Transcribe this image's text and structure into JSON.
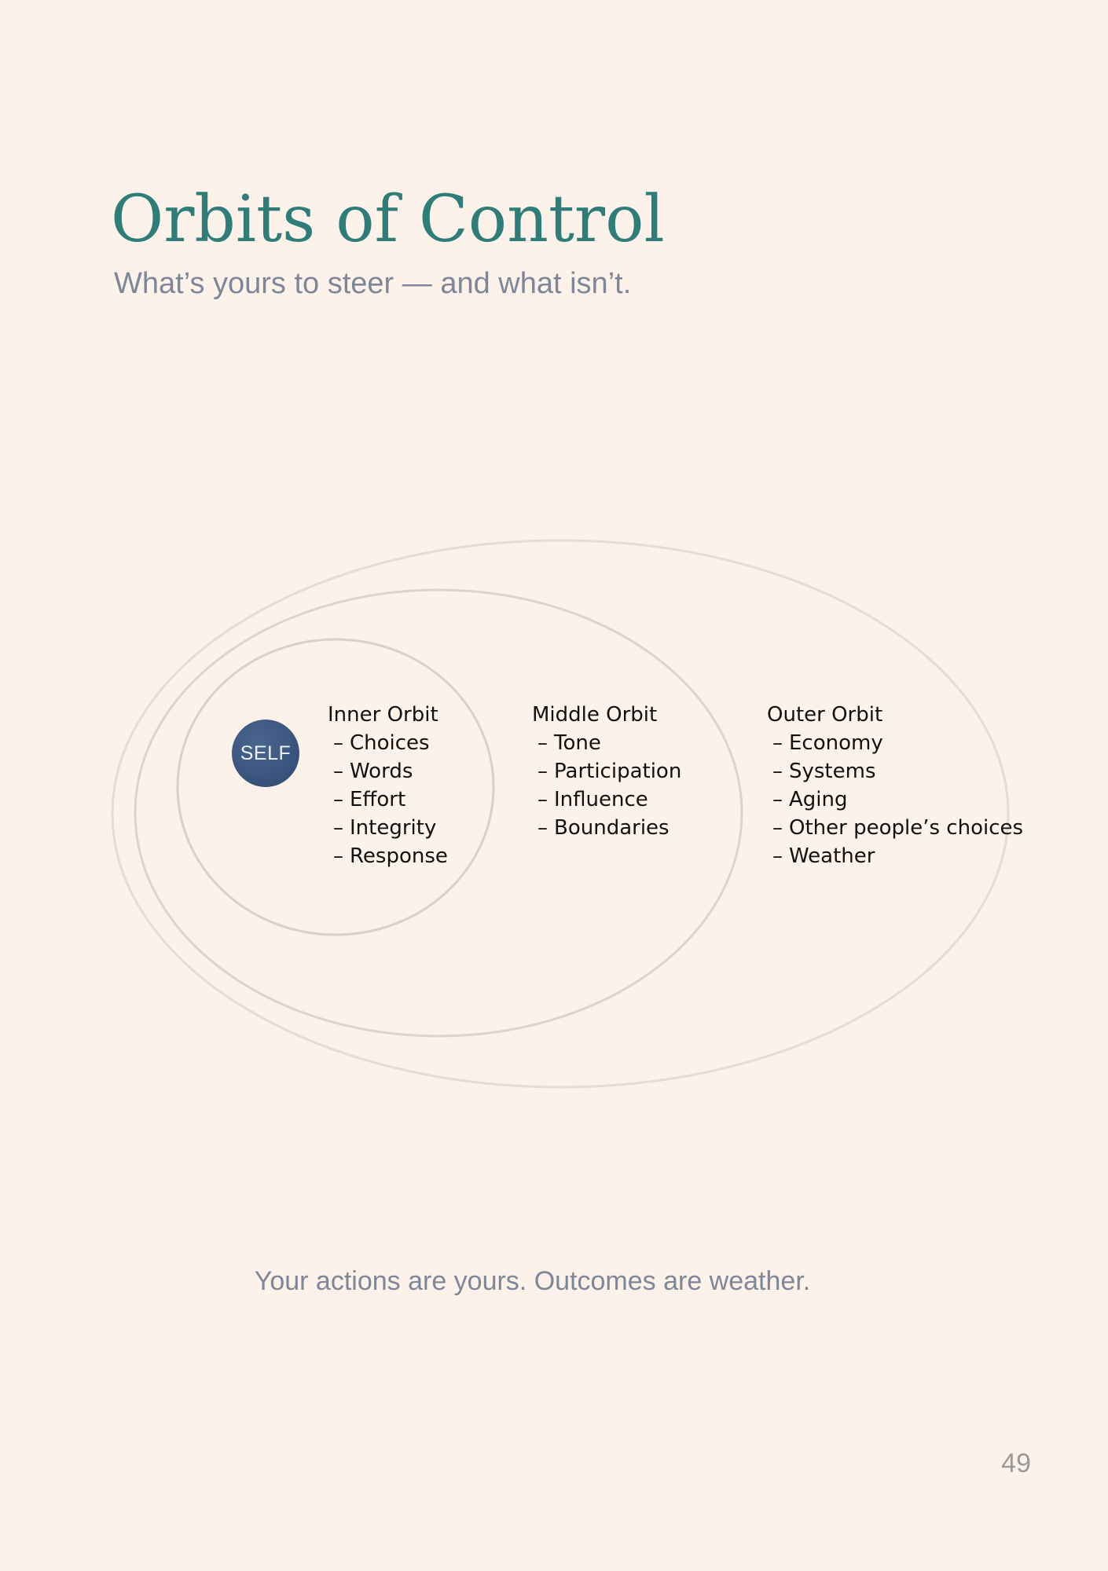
{
  "title": "Orbits of Control",
  "subtitle": "What’s yours to steer — and what isn’t.",
  "center_label": "SELF",
  "orbits": [
    {
      "name": "Inner Orbit",
      "items": [
        "Choices",
        "Words",
        "Effort",
        "Integrity",
        "Response"
      ]
    },
    {
      "name": "Middle Orbit",
      "items": [
        "Tone",
        "Participation",
        "Influence",
        "Boundaries"
      ]
    },
    {
      "name": "Outer Orbit",
      "items": [
        "Economy",
        "Systems",
        "Aging",
        "Other people’s choices",
        "Weather"
      ]
    }
  ],
  "caption": "Your actions are yours. Outcomes are weather.",
  "page_number": "49",
  "colors": {
    "background": "#fdf2e9",
    "title": "#2e7d78",
    "muted_text": "#7d8799",
    "self_node": "#3b5680",
    "orbit_stroke": "#d9d4cc"
  }
}
